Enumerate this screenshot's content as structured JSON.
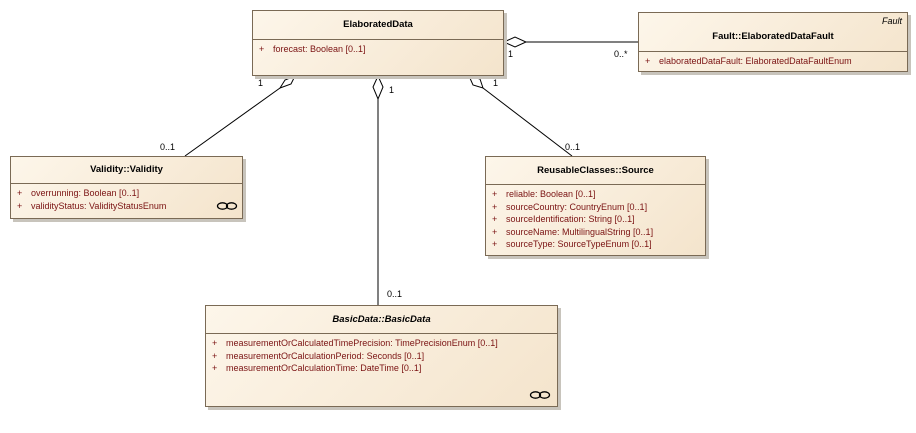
{
  "classes": {
    "elaborated": {
      "name": "ElaboratedData",
      "attributes": [
        {
          "vis": "+",
          "text": "forecast:  Boolean [0..1]"
        }
      ]
    },
    "fault": {
      "stereotype": "Fault",
      "name": "Fault::ElaboratedDataFault",
      "attributes": [
        {
          "vis": "+",
          "text": "elaboratedDataFault:  ElaboratedDataFaultEnum"
        }
      ]
    },
    "validity": {
      "name": "Validity::Validity",
      "attributes": [
        {
          "vis": "+",
          "text": "overrunning:  Boolean [0..1]"
        },
        {
          "vis": "+",
          "text": "validityStatus:  ValidityStatusEnum"
        }
      ]
    },
    "source": {
      "name": "ReusableClasses::Source",
      "attributes": [
        {
          "vis": "+",
          "text": "reliable:  Boolean [0..1]"
        },
        {
          "vis": "+",
          "text": "sourceCountry:  CountryEnum [0..1]"
        },
        {
          "vis": "+",
          "text": "sourceIdentification:  String [0..1]"
        },
        {
          "vis": "+",
          "text": "sourceName:  MultilingualString [0..1]"
        },
        {
          "vis": "+",
          "text": "sourceType:  SourceTypeEnum [0..1]"
        }
      ]
    },
    "basic": {
      "name": "BasicData::BasicData",
      "attributes": [
        {
          "vis": "+",
          "text": "measurementOrCalculatedTimePrecision:  TimePrecisionEnum [0..1]"
        },
        {
          "vis": "+",
          "text": "measurementOrCalculationPeriod:  Seconds [0..1]"
        },
        {
          "vis": "+",
          "text": "measurementOrCalculationTime:  DateTime [0..1]"
        }
      ]
    }
  },
  "multiplicities": {
    "fault_owner": "1",
    "fault_part": "0..*",
    "validity_owner": "1",
    "validity_part": "0..1",
    "basic_owner": "1",
    "basic_part": "0..1",
    "source_owner": "1",
    "source_part": "0..1"
  },
  "icons": {
    "validity_link": "chain-link-icon",
    "basic_link": "chain-link-icon"
  },
  "colors": {
    "attribute_text": "#7a1212",
    "class_fill": "#f4e4cc",
    "class_border": "#7a6a55"
  }
}
